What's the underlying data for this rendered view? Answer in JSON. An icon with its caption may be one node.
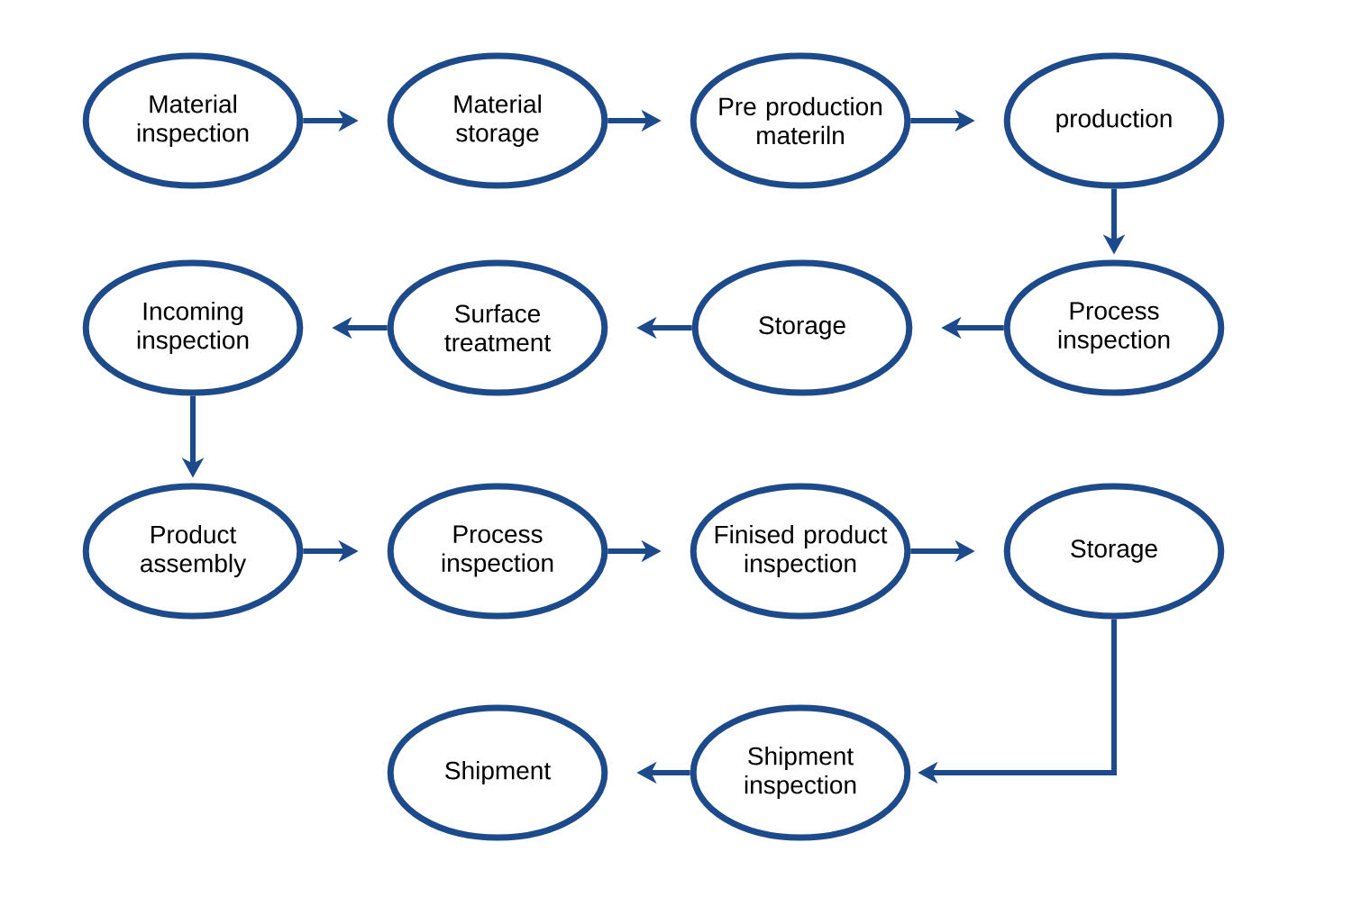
{
  "diagram": {
    "nodes": [
      {
        "text": [
          "Material inspection"
        ]
      },
      {
        "text": [
          "Material storage"
        ]
      },
      {
        "text": [
          "Pre production materiln"
        ]
      },
      {
        "text": [
          "production"
        ]
      },
      {
        "text": [
          "Incoming inspection"
        ]
      },
      {
        "text": [
          "Surface treatment"
        ]
      },
      {
        "text": [
          "Storage"
        ]
      },
      {
        "text": [
          "Process inspection"
        ]
      },
      {
        "text": [
          "Product assembly"
        ]
      },
      {
        "text": [
          "Process inspection"
        ]
      },
      {
        "text": [
          "Finised product inspection"
        ]
      },
      {
        "text": [
          "Storage"
        ]
      },
      {
        "text": [
          "Shipment"
        ]
      },
      {
        "text": [
          "Shipment inspection"
        ]
      }
    ],
    "edges": [
      {
        "from": 0,
        "to": 1,
        "arrow": "to"
      },
      {
        "from": 1,
        "to": 2,
        "arrow": "to"
      },
      {
        "from": 2,
        "to": 3,
        "arrow": "to"
      },
      {
        "from": 3,
        "to": 7,
        "arrow": "to"
      },
      {
        "from": 7,
        "to": 6,
        "arrow": "to"
      },
      {
        "from": 6,
        "to": 5,
        "arrow": "to"
      },
      {
        "from": 5,
        "to": 4,
        "arrow": "to"
      },
      {
        "from": 4,
        "to": 8,
        "arrow": "to"
      },
      {
        "from": 8,
        "to": 9,
        "arrow": "to"
      },
      {
        "from": 9,
        "to": 10,
        "arrow": "to"
      },
      {
        "from": 10,
        "to": 11,
        "arrow": "to"
      },
      {
        "from": 11,
        "to": 13,
        "arrow": "to"
      },
      {
        "from": 13,
        "to": 12,
        "arrow": "to"
      }
    ]
  }
}
